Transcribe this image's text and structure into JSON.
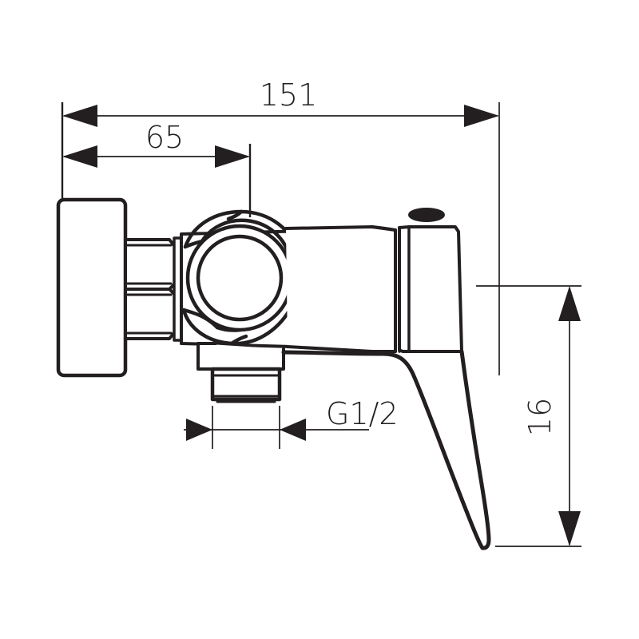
{
  "drawing": {
    "type": "technical-dimension-drawing",
    "subject": "wall-mounted single-lever shower mixer tap",
    "background_color": "#ffffff",
    "line_color": "#231f20",
    "text_color": "#231f20",
    "units": "mm"
  },
  "dimensions": {
    "overall_width": {
      "label": "151",
      "orientation": "horizontal",
      "position": "top",
      "arrow_style": "double-ended-inward"
    },
    "partial_width": {
      "label": "65",
      "orientation": "horizontal",
      "position": "top-second",
      "arrow_style": "double-ended-inward"
    },
    "overall_height": {
      "label": "16",
      "orientation": "vertical-rotated",
      "position": "right",
      "arrow_style": "double-ended-inward"
    },
    "thread_size": {
      "label": "G1/2",
      "orientation": "horizontal",
      "position": "bottom-outlet",
      "arrow_style": "double-ended-outward"
    }
  },
  "parts": {
    "wall_flange": "wall-mounting-flange",
    "union_nut": "hexagonal-union-nut",
    "control_knob": "concentric-control-knob",
    "body": "mixer-body",
    "cap_button": "cap-button",
    "outlet": "threaded-outlet-connector",
    "lever": "lever-handle"
  }
}
